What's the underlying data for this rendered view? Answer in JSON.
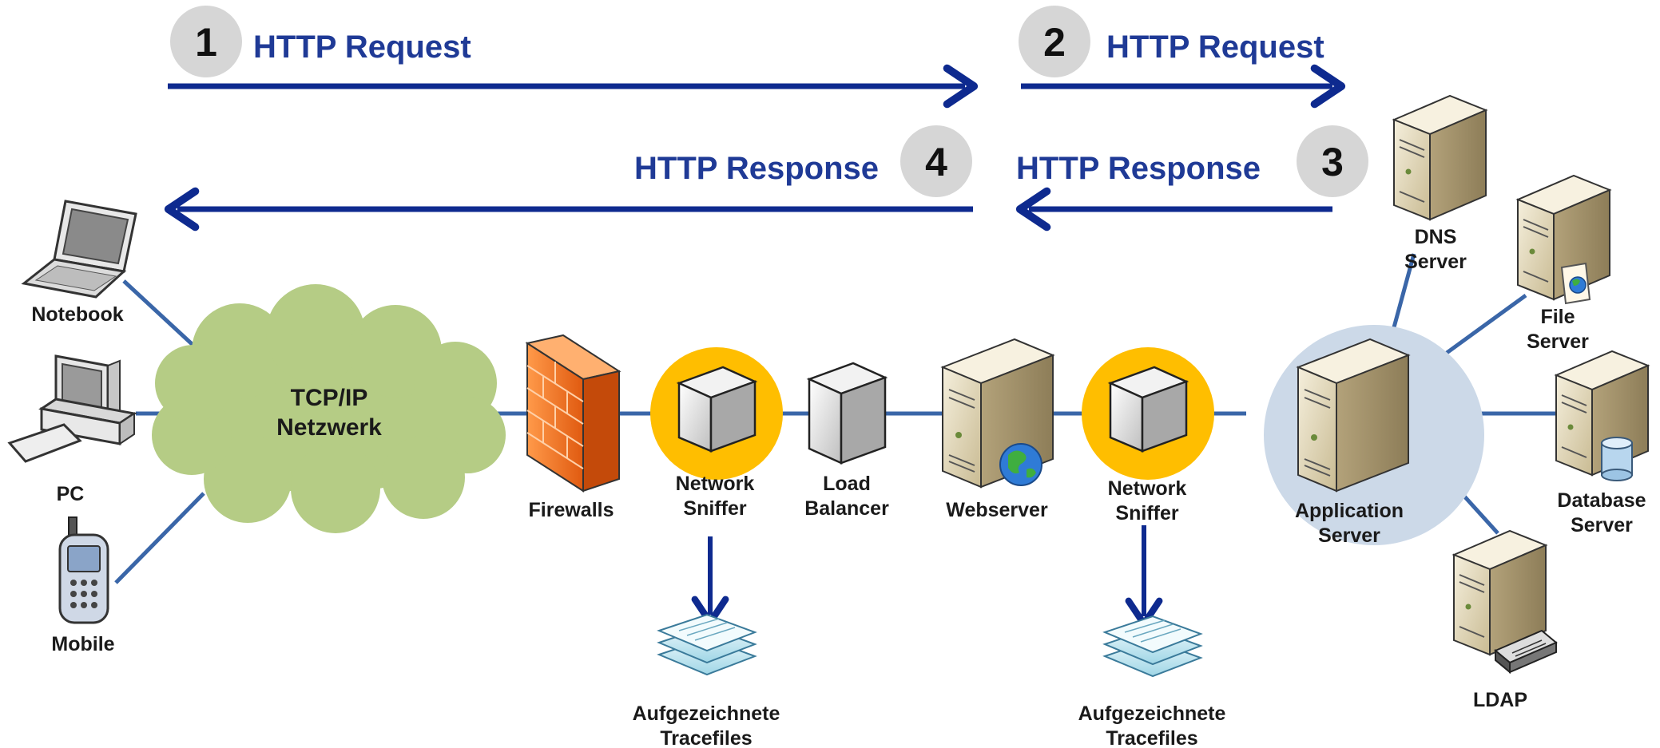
{
  "flows": {
    "step1": {
      "number": "1",
      "label": "HTTP Request"
    },
    "step2": {
      "number": "2",
      "label": "HTTP Request"
    },
    "step3": {
      "number": "3",
      "label": "HTTP Response"
    },
    "step4": {
      "number": "4",
      "label": "HTTP Response"
    }
  },
  "clients": {
    "notebook": "Notebook",
    "pc": "PC",
    "mobile": "Mobile"
  },
  "network": {
    "line1": "TCP/IP",
    "line2": "Netzwerk"
  },
  "components": {
    "firewalls": "Firewalls",
    "sniffer1": {
      "line1": "Network",
      "line2": "Sniffer"
    },
    "load_balancer": {
      "line1": "Load",
      "line2": "Balancer"
    },
    "webserver": "Webserver",
    "sniffer2": {
      "line1": "Network",
      "line2": "Sniffer"
    },
    "app_server": {
      "line1": "Application",
      "line2": "Server"
    }
  },
  "backends": {
    "dns": {
      "line1": "DNS",
      "line2": "Server"
    },
    "file": {
      "line1": "File",
      "line2": "Server"
    },
    "database": {
      "line1": "Database",
      "line2": "Server"
    },
    "ldap": "LDAP"
  },
  "tracefiles": {
    "t1": {
      "line1": "Aufgezeichnete",
      "line2": "Tracefiles"
    },
    "t2": {
      "line1": "Aufgezeichnete",
      "line2": "Tracefiles"
    }
  },
  "colors": {
    "arrow": "#0e2a8f",
    "header_text": "#1f3a96",
    "link": "#3a66a8",
    "cloud": "#b5cc85",
    "sniffer_ring": "#ffbe00",
    "app_circle": "#ccd9e8",
    "badge": "#d6d6d6",
    "firewall": "#f07020"
  }
}
